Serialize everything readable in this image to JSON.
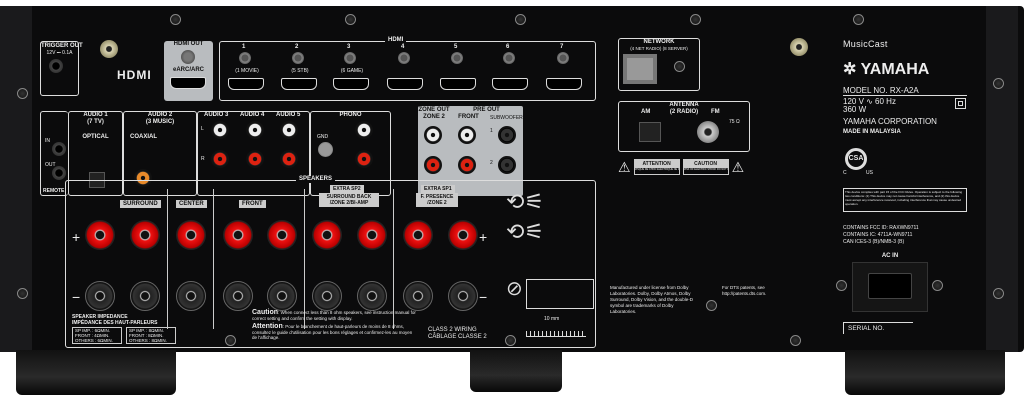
{
  "brand": {
    "musiccast": "MusicCast",
    "yamaha": "YAMAHA",
    "model": "MODEL NO.  RX-A2A",
    "power": "120 V ∿   60 Hz",
    "watts": "360 W",
    "corp": "YAMAHA CORPORATION",
    "made": "MADE IN MALAYSIA",
    "csa": "CSA",
    "csa_c": "C",
    "csa_us": "US"
  },
  "trigger": {
    "title": "TRIGGER OUT",
    "spec": "12V ⎓ 0.1A"
  },
  "hdmi_logo": "HDMI",
  "hdmi_out": {
    "title": "HDMI OUT",
    "sub": "eARC/ARC"
  },
  "hdmi": {
    "title": "HDMI",
    "inputs": [
      {
        "n": "1",
        "s": "(1 MOVIE)"
      },
      {
        "n": "2",
        "s": "(5 STB)"
      },
      {
        "n": "3",
        "s": "(6 GAME)"
      },
      {
        "n": "4",
        "s": ""
      },
      {
        "n": "5",
        "s": ""
      },
      {
        "n": "6",
        "s": ""
      },
      {
        "n": "7",
        "s": ""
      }
    ]
  },
  "remote": {
    "in": "IN",
    "out": "OUT",
    "title": "REMOTE"
  },
  "audio1": {
    "title": "AUDIO 1",
    "sub": "(7 TV)",
    "type": "OPTICAL"
  },
  "audio2": {
    "title": "AUDIO 2",
    "sub": "(3 MUSIC)",
    "type": "COAXIAL"
  },
  "audio3": "AUDIO 3",
  "audio4": "AUDIO 4",
  "audio5": "AUDIO 5",
  "phono": {
    "title": "PHONO",
    "gnd": "GND"
  },
  "lr": {
    "l": "L",
    "r": "R"
  },
  "zone_out": {
    "title": "ZONE OUT",
    "sub": "ZONE 2"
  },
  "pre_out": {
    "title": "PRE OUT",
    "front": "FRONT",
    "sub": "SUBWOOFER",
    "s1": "1",
    "s2": "2"
  },
  "network": {
    "title": "NETWORK",
    "sub": "(4 NET RADIO)  (8 SERVER)"
  },
  "antenna": {
    "title": "ANTENNA",
    "sub": "(2 RADIO)",
    "am": "AM",
    "fm": "FM",
    "ohm": "75 Ω"
  },
  "warnings": {
    "attention": "ATTENTION",
    "attention_sub": "RISQUE DE CHOC ÉLECTRIQUE NE PAS OUVRIR",
    "caution": "CAUTION",
    "caution_sub": "RISK OF ELECTRIC SHOCK DO NOT OPEN"
  },
  "speakers": {
    "title": "SPEAKERS",
    "plus": "+",
    "minus": "−",
    "groups": [
      "SURROUND",
      "CENTER",
      "FRONT",
      "SURROUND BACK /ZONE 2/BI-AMP",
      "F. PRESENCE /ZONE 2"
    ],
    "extra2": "EXTRA SP2",
    "extra1": "EXTRA SP1",
    "impedance_title": "SPEAKER IMPEDANCE",
    "impedance_fr": "IMPÉDANCE DES HAUT-PARLEURS",
    "imp1": [
      "SP IMP. : 6ΩMIN.",
      "FRONT : 4ΩMIN.",
      "OTHERS : 6ΩMIN."
    ],
    "imp2": [
      "SP IMP. : 8ΩMIN.",
      "FRONT : 8ΩMIN.",
      "OTHERS : 8ΩMIN."
    ],
    "caution_label": "Caution",
    "caution_text": ": When connect less than 8 ohm speakers, see instruction manual for correct setting and confirm the setting with display.",
    "attention_label": "Attention",
    "attention_text": ": Pour le branchement de haut-parleurs de moins de 8 ohms, consultez le guide d'utilisation pour les bons réglages et confirmez-les au moyen de l'affichage.",
    "class2": "CLASS 2 WIRING",
    "class2_fr": "CÂBLAGE CLASSE 2",
    "strip": "10 mm"
  },
  "dolby": "Manufactured under license from Dolby Laboratories. Dolby, Dolby Atmos, Dolby Surround, Dolby Vision, and the double-D symbol are trademarks of Dolby Laboratories.",
  "dts": "For DTS patents, see http://patents.dts.com.",
  "fcc_notice": "This device complies with part 15 of the FCC Rules. Operation is subject to the following two conditions: (1) This device may not cause harmful interference, and (2) this device must accept any interference received, including interference that may cause undesired operation.",
  "fcc": [
    "CONTAINS FCC ID: RAXWN9711",
    "CONTAINS IC: 4711A-WN9711",
    "CAN ICES-3 (B)/NMB-3 (B)"
  ],
  "ac_in": "AC IN",
  "serial": "SERIAL NO."
}
